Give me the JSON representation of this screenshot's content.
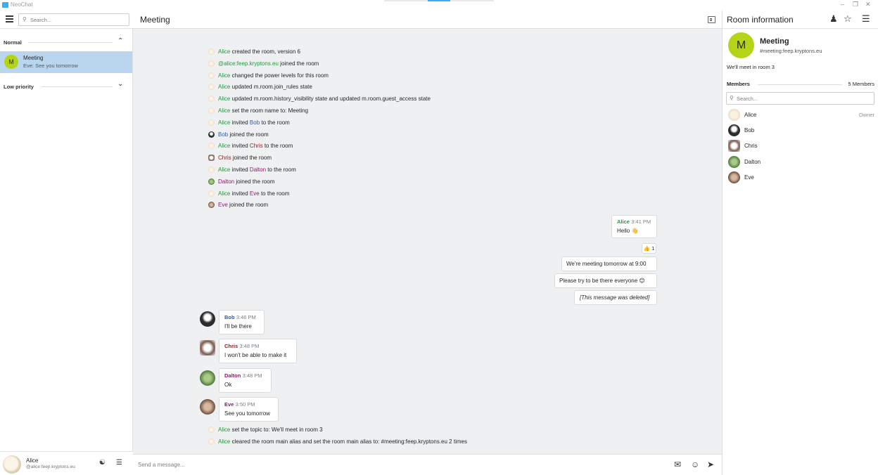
{
  "app": {
    "title": "NeoChat"
  },
  "window_controls": {
    "minimize": "–",
    "restore": "❐",
    "close": "✕"
  },
  "left": {
    "search_placeholder": "Search...",
    "sections": [
      {
        "label": "Normal"
      },
      {
        "label": "Low priority"
      }
    ],
    "rooms": [
      {
        "avatar_letter": "M",
        "name": "Meeting",
        "last_message": "Eve: See you tomorrow"
      }
    ],
    "user": {
      "name": "Alice",
      "id": "@alice:feep.kryptons.eu"
    }
  },
  "timeline": {
    "room_title": "Meeting",
    "state_events": [
      {
        "sender": "Alice",
        "text": " created the room, version 6"
      },
      {
        "sender": "@alice:feep.kryptons.eu",
        "text": " joined the room"
      },
      {
        "sender": "Alice",
        "text": " changed the power levels for this room"
      },
      {
        "sender": "Alice",
        "text": " updated m.room.join_rules state"
      },
      {
        "sender": "Alice",
        "text": " updated m.room.history_visibility state and updated m.room.guest_access state"
      },
      {
        "sender": "Alice",
        "text": " set the room name to: Meeting"
      },
      {
        "sender": "Alice",
        "pre": " invited ",
        "target": "Bob",
        "post": " to the room"
      },
      {
        "sender": "Bob",
        "text": " joined the room"
      },
      {
        "sender": "Alice",
        "pre": " invited ",
        "target": "Chris",
        "post": " to the room"
      },
      {
        "sender": "Chris",
        "text": " joined the room"
      },
      {
        "sender": "Alice",
        "pre": " invited ",
        "target": "Dalton",
        "post": " to the room"
      },
      {
        "sender": "Dalton",
        "text": " joined the room"
      },
      {
        "sender": "Alice",
        "pre": " invited ",
        "target": "Eve",
        "post": " to the room"
      },
      {
        "sender": "Eve",
        "text": " joined the room"
      }
    ],
    "own_messages": {
      "sender": "Alice",
      "time": "3:41 PM",
      "first": "Hello 👋",
      "reaction": {
        "emoji": "👍",
        "count": "1"
      },
      "followups": [
        "We're meeting tomorrow at 9:00",
        "Please try to be there everyone 😊",
        "[This message was deleted]"
      ]
    },
    "messages": [
      {
        "sender": "Bob",
        "time": "3:46 PM",
        "text": "I'll be there"
      },
      {
        "sender": "Chris",
        "time": "3:48 PM",
        "text": "I won't be able to make it"
      },
      {
        "sender": "Dalton",
        "time": "3:48 PM",
        "text": "Ok"
      },
      {
        "sender": "Eve",
        "time": "3:50 PM",
        "text": "See you tomorrow"
      }
    ],
    "footer_events": [
      {
        "sender": "Alice",
        "text": " set the topic to: We'll meet in room 3"
      },
      {
        "sender": "Alice",
        "text": " cleared the room main alias and set the room main alias to: #meeting:feep.kryptons.eu 2 times"
      }
    ],
    "composer_placeholder": "Send a message..."
  },
  "room_info": {
    "title": "Room information",
    "avatar_letter": "M",
    "name": "Meeting",
    "alias": "#meeting:feep.kryptons.eu",
    "topic": "We'll meet in room 3",
    "members_label": "Members",
    "members_count": "5 Members",
    "search_placeholder": "Search...",
    "members": [
      {
        "name": "Alice",
        "role": "Owner"
      },
      {
        "name": "Bob",
        "role": ""
      },
      {
        "name": "Chris",
        "role": ""
      },
      {
        "name": "Dalton",
        "role": ""
      },
      {
        "name": "Eve",
        "role": ""
      }
    ]
  },
  "colors": {
    "accent": "#3daee9",
    "selection": "#b9d6ee",
    "room_avatar": "#b5d317",
    "alice": "#1d9a3b",
    "bob": "#2a5ca8",
    "chris": "#8b1a1a",
    "dalton_eve": "#8b1a6f"
  }
}
